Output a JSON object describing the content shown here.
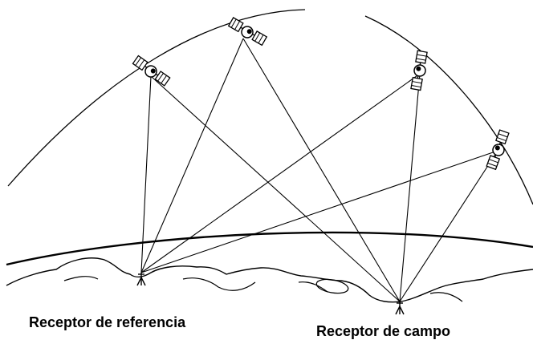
{
  "labels": {
    "reference_receiver": "Receptor de referencia",
    "field_receiver": "Receptor de campo"
  },
  "diagram": {
    "satellite_count": 4,
    "receiver_count": 2,
    "colors": {
      "ink": "#000000",
      "background": "#ffffff"
    }
  }
}
